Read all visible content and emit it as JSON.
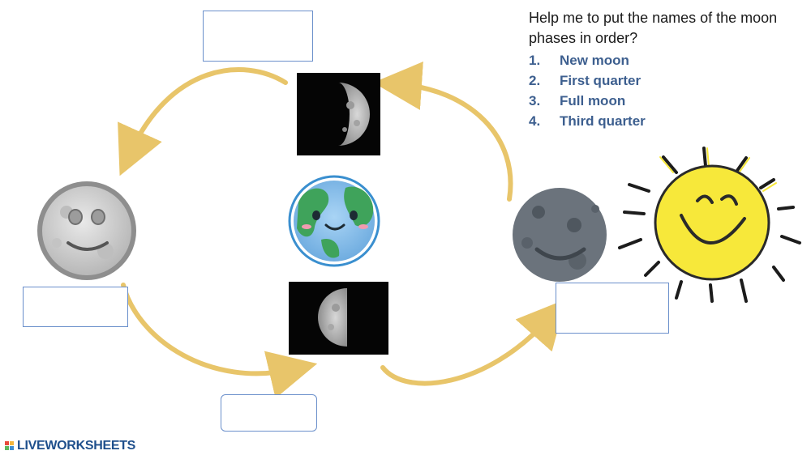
{
  "instructions": {
    "prompt": "Help me to put the names of the moon phases in order?",
    "phases": [
      {
        "number": "1.",
        "name": "New moon"
      },
      {
        "number": "2.",
        "name": "First quarter"
      },
      {
        "number": "3.",
        "name": "Full moon"
      },
      {
        "number": "4.",
        "name": "Third quarter"
      }
    ]
  },
  "answer_boxes": {
    "top": "",
    "left": "",
    "bottom": "",
    "right": ""
  },
  "logo": {
    "text": "LIVEWORKSHEETS"
  },
  "colors": {
    "arrow": "#e8c56a",
    "box_border": "#6a8fcb",
    "phase_text": "#3d5f8f",
    "sun": "#f7e83a",
    "earth_ocean": "#7eb8e8",
    "earth_land": "#3fa35b",
    "new_moon": "#6b737c",
    "full_moon": "#cfcfcf"
  },
  "icons": [
    "sun-icon",
    "earth-icon",
    "new-moon-icon",
    "full-moon-icon",
    "first-quarter-moon-photo",
    "third-quarter-moon-photo",
    "cycle-arrow-icon"
  ]
}
